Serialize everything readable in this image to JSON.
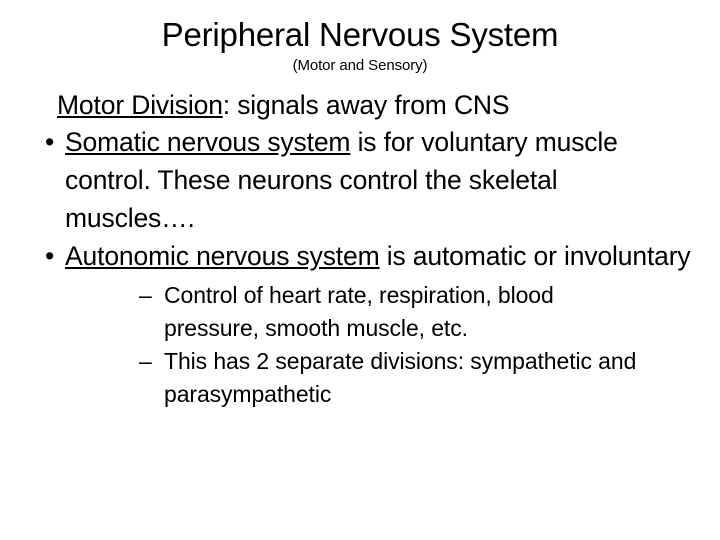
{
  "slide": {
    "title": "Peripheral Nervous System",
    "subtitle": "(Motor and Sensory)",
    "lead": {
      "underlined": "Motor Division",
      "rest": ": signals away from CNS"
    },
    "bullets": [
      {
        "marker": "•",
        "underlined": "Somatic nervous system",
        "rest": " is for voluntary muscle control.  These neurons control the skeletal muscles…."
      },
      {
        "marker": "•",
        "underlined": "Autonomic nervous system",
        "rest": " is automatic or involuntary",
        "subbullets": [
          {
            "marker": "–",
            "text": "Control of heart rate, respiration, blood pressure, smooth muscle, etc."
          },
          {
            "marker": "–",
            "text": "This has 2 separate divisions: sympathetic and parasympathetic"
          }
        ]
      }
    ]
  },
  "colors": {
    "background": "#ffffff",
    "text": "#000000"
  }
}
